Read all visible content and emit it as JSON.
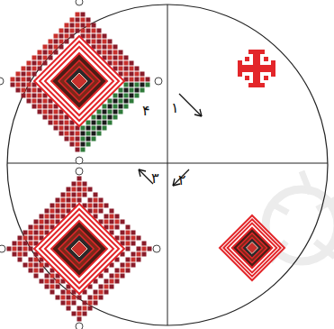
{
  "diagram": {
    "labels": [
      "۱",
      "۲",
      "۳",
      "۴"
    ]
  }
}
